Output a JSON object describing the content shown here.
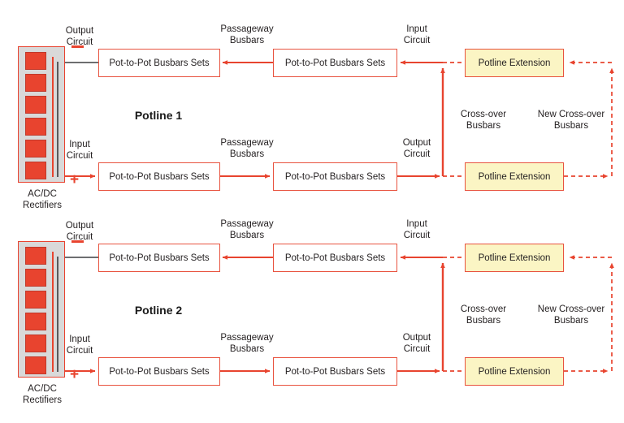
{
  "diagram": {
    "title_hidden": "",
    "colors": {
      "accent_red": "#e8442f",
      "box_border": "#e8533f",
      "extension_fill": "#fbf5c4",
      "rectifier_fill": "#d9d9d9",
      "rectifier_cell": "#e8442f",
      "dark_line": "#58595b",
      "text": "#231f20"
    },
    "sections": [
      {
        "id": "potline-1",
        "title": "Potline 1",
        "rectifier_label": "AC/DC\nRectifiers",
        "rectifier_cell_count": 6,
        "polarity_minus": "−",
        "polarity_plus": "+",
        "top_row": {
          "left_label": "Output\nCircuit",
          "mid_label": "Passageway\nBusbars",
          "right_label": "Input\nCircuit",
          "box_1": "Pot-to-Pot Busbars Sets",
          "box_2": "Pot-to-Pot Busbars Sets",
          "extension": "Potline Extension"
        },
        "bottom_row": {
          "left_label": "Input\nCircuit",
          "mid_label": "Passageway\nBusbars",
          "right_label": "Output\nCircuit",
          "box_1": "Pot-to-Pot Busbars Sets",
          "box_2": "Pot-to-Pot Busbars Sets",
          "extension": "Potline Extension"
        },
        "crossover_label": "Cross-over\nBusbars",
        "new_crossover_label": "New Cross-over\nBusbars"
      },
      {
        "id": "potline-2",
        "title": "Potline 2",
        "rectifier_label": "AC/DC\nRectifiers",
        "rectifier_cell_count": 6,
        "polarity_minus": "−",
        "polarity_plus": "+",
        "top_row": {
          "left_label": "Output\nCircuit",
          "mid_label": "Passageway\nBusbars",
          "right_label": "Input\nCircuit",
          "box_1": "Pot-to-Pot Busbars Sets",
          "box_2": "Pot-to-Pot Busbars Sets",
          "extension": "Potline Extension"
        },
        "bottom_row": {
          "left_label": "Input\nCircuit",
          "mid_label": "Passageway\nBusbars",
          "right_label": "Output\nCircuit",
          "box_1": "Pot-to-Pot Busbars Sets",
          "box_2": "Pot-to-Pot Busbars Sets",
          "extension": "Potline Extension"
        },
        "crossover_label": "Cross-over\nBusbars",
        "new_crossover_label": "New Cross-over\nBusbars"
      }
    ]
  }
}
